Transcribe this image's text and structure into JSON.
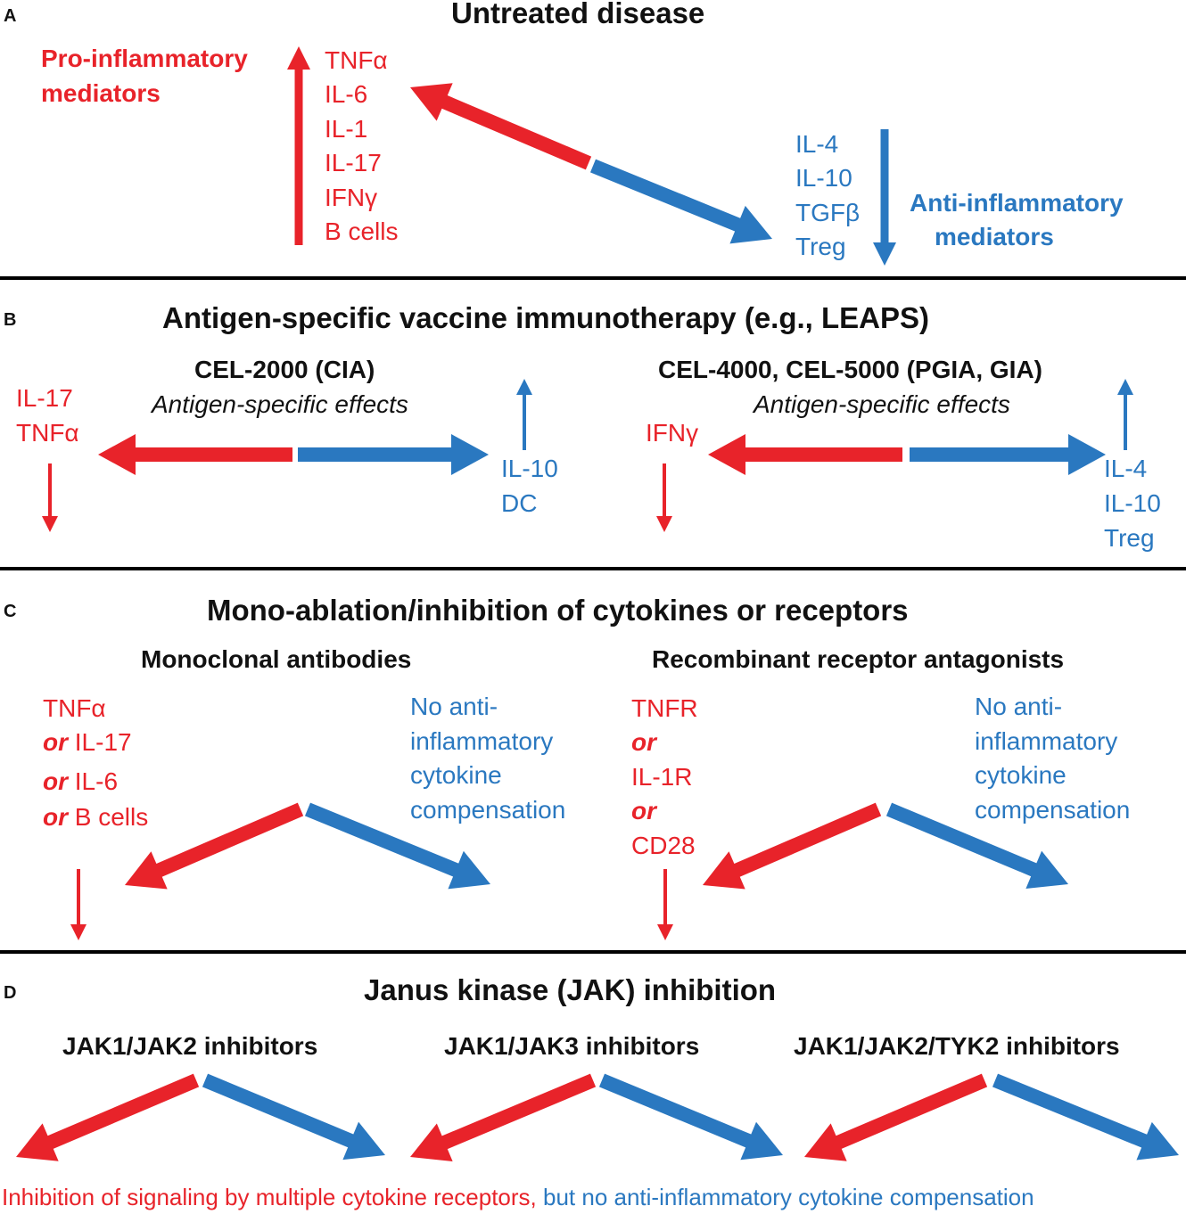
{
  "colors": {
    "pro": "#e8232a",
    "anti": "#2a78c0",
    "text": "#111111"
  },
  "panel_a": {
    "letter": "A",
    "title": "Untreated disease",
    "pro_label": [
      "Pro-inflammatory",
      "mediators"
    ],
    "pro_items": [
      "TNFα",
      "IL-6",
      "IL-1",
      "IL-17",
      "IFNγ",
      "B cells"
    ],
    "anti_items": [
      "IL-4",
      "IL-10",
      "TGFβ",
      "Treg"
    ],
    "anti_label": [
      "Anti-inflammatory",
      "mediators"
    ]
  },
  "panel_b": {
    "letter": "B",
    "title": "Antigen-specific vaccine immunotherapy (e.g., LEAPS)",
    "left": {
      "heading": "CEL-2000 (CIA)",
      "subheading": "Antigen-specific effects",
      "down_items": [
        "IL-17",
        "TNFα"
      ],
      "up_items": [
        "IL-10",
        "DC"
      ]
    },
    "right": {
      "heading": "CEL-4000, CEL-5000 (PGIA, GIA)",
      "subheading": "Antigen-specific effects",
      "down_items": [
        "IFNγ"
      ],
      "up_items": [
        "IL-4",
        "IL-10",
        "Treg"
      ]
    }
  },
  "panel_c": {
    "letter": "C",
    "title": "Mono-ablation/inhibition of cytokines or receptors",
    "left": {
      "heading": "Monoclonal antibodies",
      "red_first": "TNFα",
      "connector": "or",
      "red_rest": [
        "IL-17",
        "IL-6",
        "B cells"
      ],
      "blue_items": [
        "No anti-",
        "inflammatory",
        "cytokine",
        "compensation"
      ]
    },
    "right": {
      "heading": "Recombinant receptor antagonists",
      "red_items": [
        "TNFR",
        "IL-1R",
        "CD28"
      ],
      "connector": "or",
      "blue_items": [
        "No anti-",
        "inflammatory",
        "cytokine",
        "compensation"
      ]
    }
  },
  "panel_d": {
    "letter": "D",
    "title": "Janus kinase (JAK) inhibition",
    "groups": [
      "JAK1/JAK2 inhibitors",
      "JAK1/JAK3 inhibitors",
      "JAK1/JAK2/TYK2 inhibitors"
    ],
    "footer_red": "Inhibition of signaling by multiple cytokine receptors,",
    "footer_blue": " but no anti-inflammatory cytokine compensation"
  }
}
